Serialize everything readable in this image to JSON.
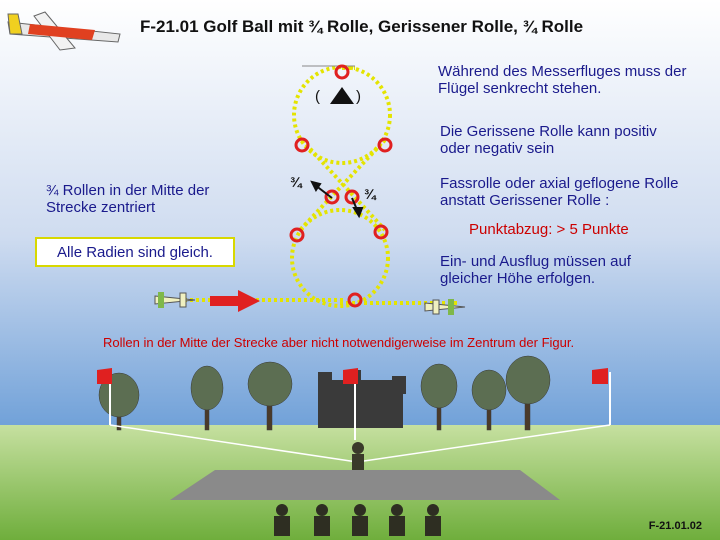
{
  "title": "F-21.01 Golf Ball mit ¾ Rolle, Gerissener Rolle, ¾ Rolle",
  "notes": {
    "messerflug": "Während des Messerfluges muss der Flügel senkrecht stehen.",
    "gerissene": "Die Gerissene Rolle kann positiv oder negativ sein",
    "fassrolle": "Fassrolle oder axial geflogene Rolle anstatt Gerissener Rolle :",
    "punktabzug": "Punktabzug: > 5 Punkte",
    "ein_ausflug": "Ein- und Ausflug müssen auf gleicher Höhe erfolgen.",
    "rollen_mitte": "¾ Rollen in der Mitte der Strecke zentriert",
    "radien": "Alle Radien sind gleich.",
    "bottom": "Rollen in der Mitte der Strecke aber nicht notwendigerweise im Zentrum der Figur."
  },
  "labels": {
    "left_fraction": "¾",
    "right_fraction": "¾",
    "paren_open": "(",
    "paren_close": ")"
  },
  "code": "F-21.01.02",
  "colors": {
    "title": "#111111",
    "note_text": "#1a1a8c",
    "red_text": "#cc0000",
    "flight_path": "#e4e400",
    "sky": "#6fa0d8",
    "grass": "#7fb84a"
  }
}
